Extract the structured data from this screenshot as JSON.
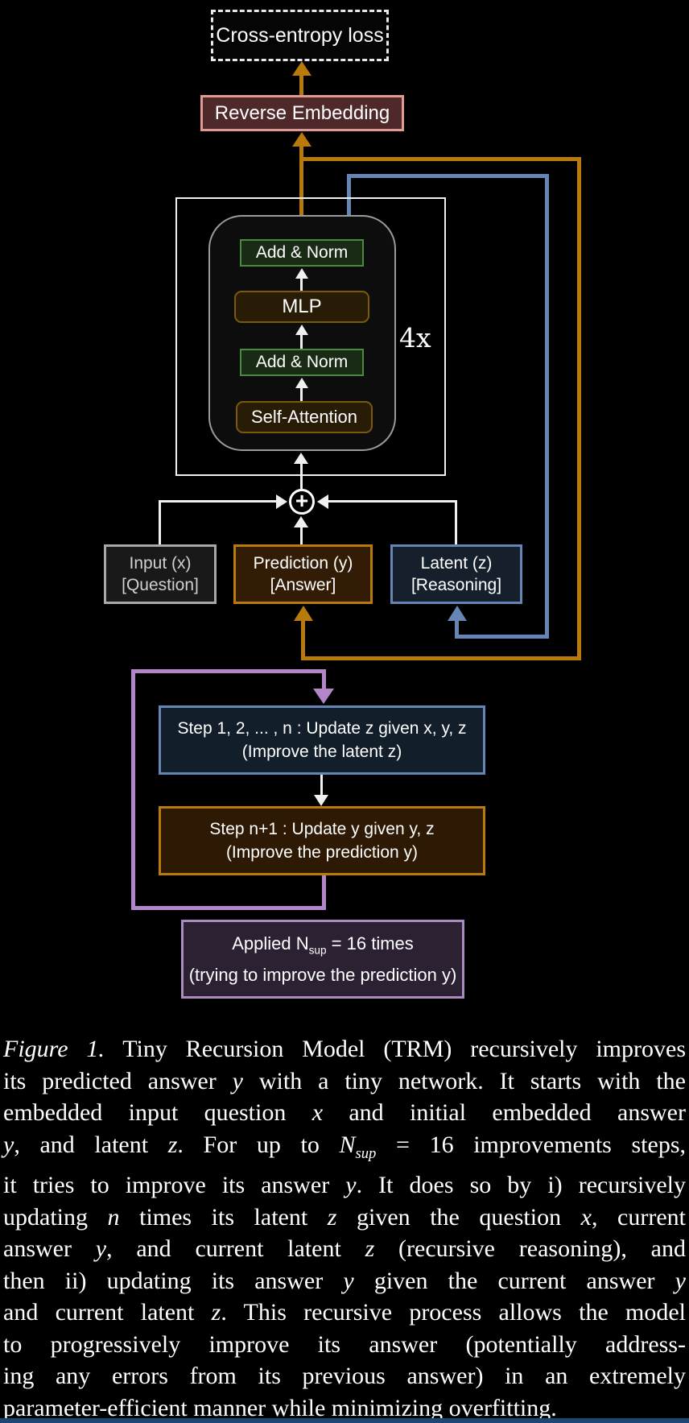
{
  "diagram": {
    "loss_label": "Cross-entropy loss",
    "reverse_embedding_label": "Reverse Embedding",
    "transformer": {
      "add_norm_top": "Add & Norm",
      "mlp": "MLP",
      "add_norm_bottom": "Add & Norm",
      "self_attention": "Self-Attention",
      "repeat_label": "4x"
    },
    "plus_symbol": "+",
    "input_box": {
      "line1": "Input (x)",
      "line2": "[Question]"
    },
    "prediction_box": {
      "line1": "Prediction (y)",
      "line2": "[Answer]"
    },
    "latent_box": {
      "line1": "Latent (z)",
      "line2": "[Reasoning]"
    },
    "step_z_box": {
      "line1": "Step 1, 2, ... , n : Update z given x, y, z",
      "line2": "(Improve the latent z)"
    },
    "step_y_box": {
      "line1": "Step n+1 : Update y given y, z",
      "line2": "(Improve the prediction y)"
    },
    "applied_box": {
      "line1_runs": [
        {
          "t": "Applied N"
        },
        {
          "t": "sup",
          "sub": true
        },
        {
          "t": " = 16 times"
        }
      ],
      "line2": "(trying to improve the prediction y)"
    },
    "colors": {
      "orange_path": "#b87a0b",
      "blue_path": "#6585b4",
      "purple_path": "#b286c8",
      "green_border": "#4a8a3f",
      "salmon_border": "#e09a93",
      "gray_border": "#a8a8a8",
      "white_lines": "#f0f0f0",
      "bottom_strip": "#1d4773"
    }
  },
  "caption": {
    "lines": [
      [
        {
          "t": "Figure 1.",
          "i": true
        },
        {
          "t": " Tiny Recursion Model (TRM) recursively improves"
        }
      ],
      [
        {
          "t": "its predicted answer "
        },
        {
          "t": "y",
          "i": true
        },
        {
          "t": " with a tiny network. It starts with the"
        }
      ],
      [
        {
          "t": "embedded input question "
        },
        {
          "t": "x",
          "i": true
        },
        {
          "t": " and initial embedded answer"
        }
      ],
      [
        {
          "t": "y",
          "i": true
        },
        {
          "t": ", and latent "
        },
        {
          "t": "z",
          "i": true
        },
        {
          "t": ". For up to "
        },
        {
          "t": "N",
          "i": true
        },
        {
          "t": "sup",
          "i": true,
          "sub": true
        },
        {
          "t": " = 16 improvements steps,"
        }
      ],
      [
        {
          "t": "it tries to improve its answer "
        },
        {
          "t": "y",
          "i": true
        },
        {
          "t": ". It does so by i) recursively"
        }
      ],
      [
        {
          "t": "updating "
        },
        {
          "t": "n",
          "i": true
        },
        {
          "t": " times its latent "
        },
        {
          "t": "z",
          "i": true
        },
        {
          "t": " given the question "
        },
        {
          "t": "x",
          "i": true
        },
        {
          "t": ", current"
        }
      ],
      [
        {
          "t": "answer "
        },
        {
          "t": "y",
          "i": true
        },
        {
          "t": ", and current latent "
        },
        {
          "t": "z",
          "i": true
        },
        {
          "t": " (recursive reasoning), and"
        }
      ],
      [
        {
          "t": "then ii) updating its answer "
        },
        {
          "t": "y",
          "i": true
        },
        {
          "t": " given the current answer "
        },
        {
          "t": "y",
          "i": true
        }
      ],
      [
        {
          "t": "and current latent "
        },
        {
          "t": "z",
          "i": true
        },
        {
          "t": ". This recursive process allows the model"
        }
      ],
      [
        {
          "t": "to progressively improve its answer (potentially address-"
        }
      ],
      [
        {
          "t": "ing any errors from its previous answer) in an extremely"
        }
      ],
      [
        {
          "t": "parameter-efficient manner while minimizing overfitting."
        }
      ]
    ]
  }
}
